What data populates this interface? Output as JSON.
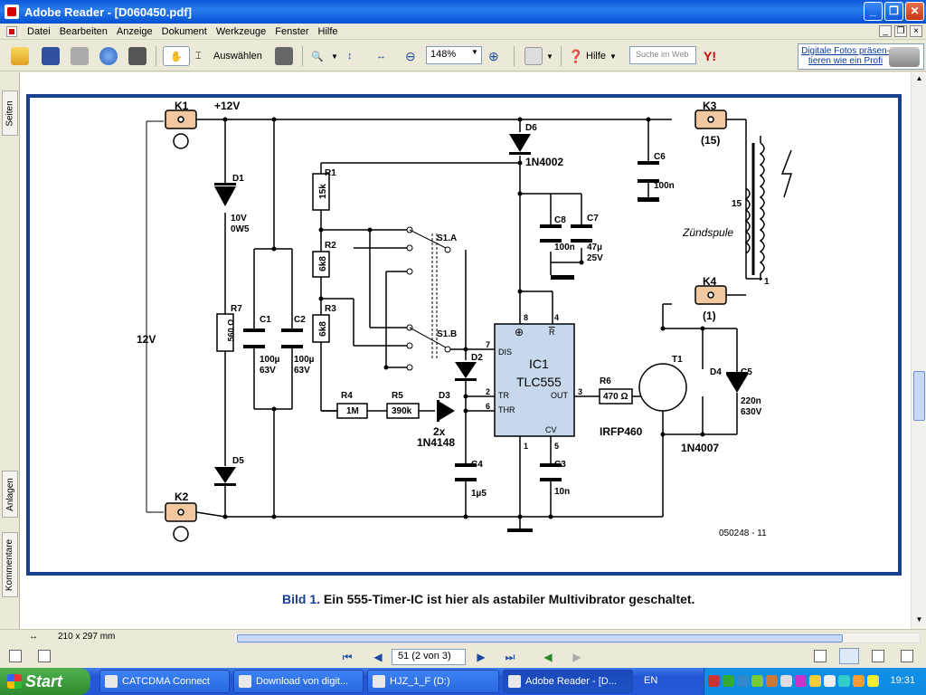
{
  "window": {
    "title": "Adobe Reader - [D060450.pdf]",
    "buttons": [
      "_",
      "❐",
      "✕"
    ]
  },
  "menu": {
    "items": [
      "Datei",
      "Bearbeiten",
      "Anzeige",
      "Dokument",
      "Werkzeuge",
      "Fenster",
      "Hilfe"
    ]
  },
  "toolbar": {
    "select_label": "Auswählen",
    "zoom_value": "148%",
    "help_label": "Hilfe",
    "search_placeholder": "Suche im Web",
    "ad_text": "Digitale Fotos präsen-tieren wie ein Profi"
  },
  "sidepanel": {
    "tabs": [
      "Seiten",
      "Anlagen",
      "Kommentare"
    ]
  },
  "document": {
    "caption_number": "Bild 1.",
    "caption_text": "Ein 555-Timer-IC ist hier als astabiler Multivibrator geschaltet.",
    "figure_id": "050248 - 11",
    "labels": {
      "k1": "K1",
      "k2": "K2",
      "k3": "K3",
      "k4": "K4",
      "plus12": "+12V",
      "v12": "12V",
      "d1": "D1",
      "d1v": "10V",
      "d1w": "0W5",
      "r7": "R7",
      "r7v": "560 Ω",
      "d5": "D5",
      "c1": "C1",
      "c1v": "100µ",
      "c1vv": "63V",
      "c2": "C2",
      "c2v": "100µ",
      "c2vv": "63V",
      "r1": "R1",
      "r1v": "15k",
      "r2": "R2",
      "r2v": "6k8",
      "r3": "R3",
      "r3v": "6k8",
      "r4": "R4",
      "r4v": "1M",
      "r5": "R5",
      "r5v": "390k",
      "d3": "D3",
      "d3n": "2x",
      "d3p": "1N4148",
      "d2": "D2",
      "c4": "C4",
      "c4v": "1µ5",
      "s1a": "S1.A",
      "s1b": "S1.B",
      "d6": "D6",
      "d6p": "1N4002",
      "c6": "C6",
      "c6v": "100n",
      "c8": "C8",
      "c8v": "100n",
      "c7": "C7",
      "c7v": "47µ",
      "c7vv": "25V",
      "ic1": "IC1",
      "ic1p": "TLC555",
      "dis": "DIS",
      "tr": "TR",
      "thr": "THR",
      "out": "OUT",
      "cv": "CV",
      "rbar": "R",
      "c3": "C3",
      "c3v": "10n",
      "r6": "R6",
      "r6v": "470 Ω",
      "t1": "T1",
      "t1p": "IRFP460",
      "d4": "D4",
      "d4p": "1N4007",
      "c5": "C5",
      "c5v": "220n",
      "c5vv": "630V",
      "k3n": "(15)",
      "k4n": "(1)",
      "coil15": "15",
      "coil1": "1",
      "coil_name": "Zündspule",
      "pin1": "1",
      "pin2": "2",
      "pin3": "3",
      "pin4": "4",
      "pin5": "5",
      "pin6": "6",
      "pin7": "7",
      "pin8": "8"
    }
  },
  "status": {
    "page_size": "210 x 297 mm"
  },
  "nav": {
    "page_value": "51 (2 von 3)"
  },
  "taskbar": {
    "start": "Start",
    "tasks": [
      "CATCDMA Connect",
      "Download von digit...",
      "HJZ_1_F (D:)",
      "Adobe Reader - [D..."
    ],
    "lang": "EN",
    "clock": "19:31"
  }
}
